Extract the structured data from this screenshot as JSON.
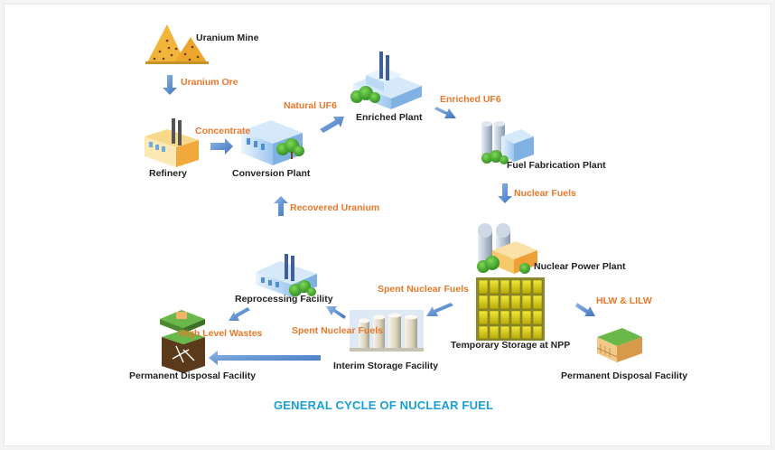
{
  "title": "GENERAL CYCLE OF NUCLEAR FUEL",
  "nodes": {
    "uranium_mine": "Uranium Mine",
    "refinery": "Refinery",
    "conversion_plant": "Conversion Plant",
    "enriched_plant": "Enriched Plant",
    "fuel_fabrication_plant": "Fuel Fabrication Plant",
    "nuclear_power_plant": "Nuclear Power Plant",
    "temporary_storage": "Temporary Storage at NPP",
    "interim_storage": "Interim Storage Facility",
    "reprocessing_facility": "Reprocessing Facility",
    "permanent_disposal_left": "Permanent Disposal Facility",
    "permanent_disposal_right": "Permanent Disposal Facility"
  },
  "flows": {
    "uranium_ore": "Uranium Ore",
    "concentrate": "Concentrate",
    "natural_uf6": "Natural UF6",
    "enriched_uf6": "Enriched UF6",
    "nuclear_fuels": "Nuclear Fuels",
    "recovered_uranium": "Recovered Uranium",
    "spent_fuels_from_npp": "Spent Nuclear Fuels",
    "spent_fuels_from_interim": "Spent Nuclear Fuels",
    "high_level_wastes": "High Level Wastes",
    "hlw_lilw": "HLW & LILW"
  },
  "colors": {
    "title": "#1a9fd6",
    "flow_label": "#e8782a",
    "arrow": "#5b8fd0",
    "node_label": "#222222"
  },
  "icons": [
    "ore-pile-icon",
    "refinery-icon",
    "conversion-plant-icon",
    "enriched-plant-icon",
    "fuel-fabrication-icon",
    "nuclear-power-plant-icon",
    "temporary-storage-icon",
    "interim-storage-icon",
    "reprocessing-facility-icon",
    "disposal-facility-icon"
  ]
}
